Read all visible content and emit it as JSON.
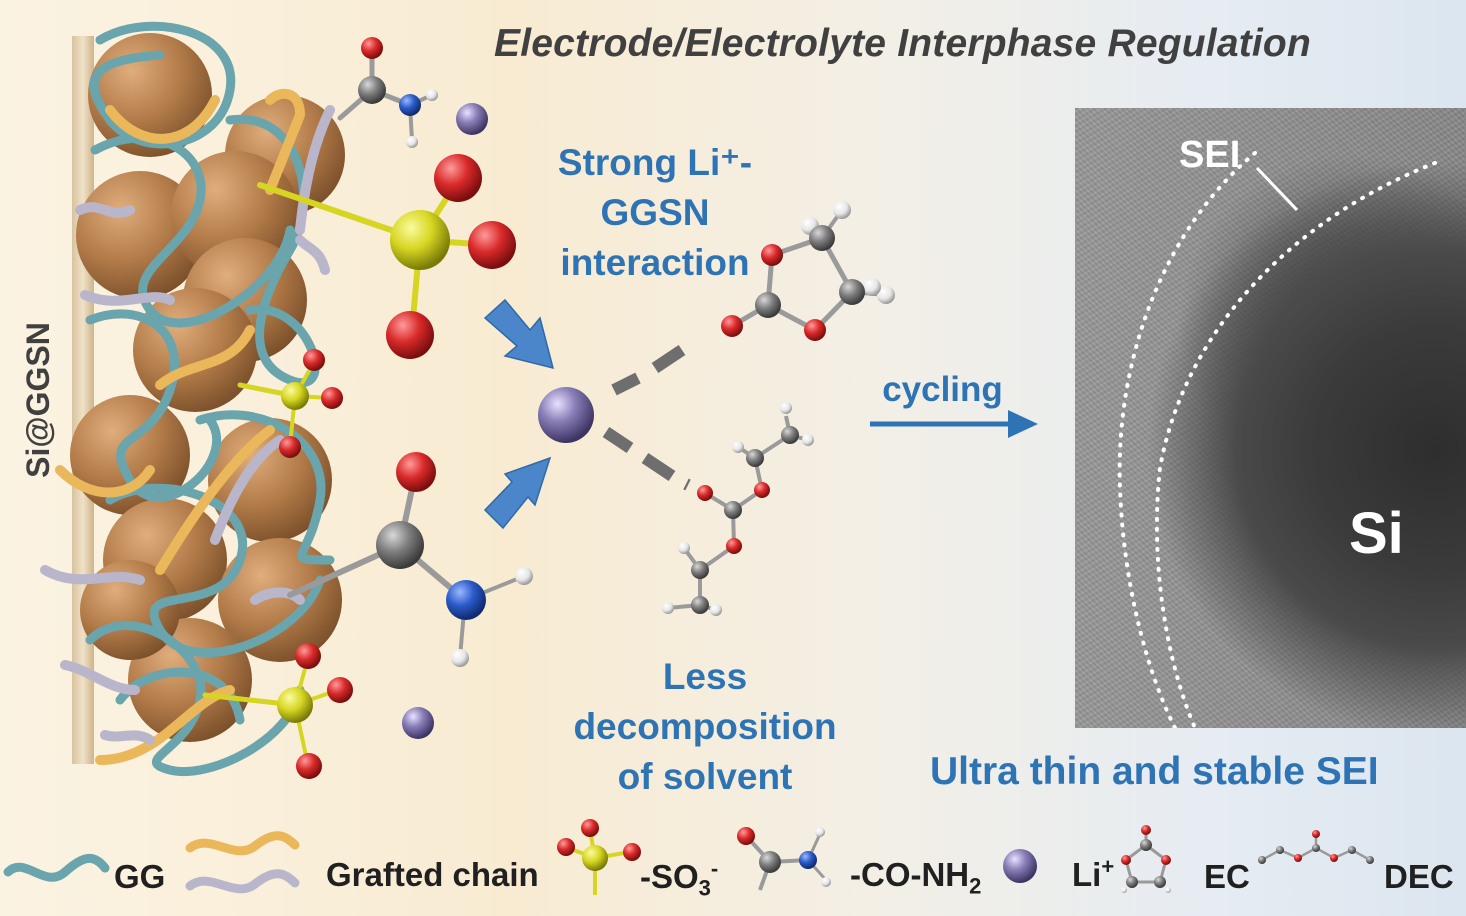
{
  "title": "Electrode/Electrolyte Interphase Regulation",
  "electrode_label": "Si@GGSN",
  "interaction_text": [
    "Strong Li⁺-",
    "GGSN",
    "interaction"
  ],
  "solvent_text": [
    "Less",
    "decomposition",
    "of solvent"
  ],
  "arrow_label": "cycling",
  "tem": {
    "sei_label": "SEI",
    "si_label": "Si"
  },
  "result_text": "Ultra thin and stable SEI",
  "legend": {
    "gg": "GG",
    "grafted": "Grafted chain",
    "so3": "-SO",
    "so3_sub": "3",
    "so3_sup": "-",
    "conh2": "-CO-NH",
    "conh2_sub": "2",
    "li": "Li",
    "li_sup": "+",
    "ec": "EC",
    "dec": "DEC"
  },
  "colors": {
    "gg_chain": "#6aa4ad",
    "grafted_yellow": "#eab75a",
    "grafted_lilac": "#b9b6cc",
    "particle": "#b17a48",
    "li_ion": "#8a7fb8",
    "oxygen": "#d92a2a",
    "sulfur": "#d6d622",
    "carbon": "#7d7d7d",
    "nitrogen": "#2a5ac8",
    "hydrogen": "#f0f0f0",
    "accent_blue": "#2e74b5",
    "electrode": "#e5d4b6"
  }
}
